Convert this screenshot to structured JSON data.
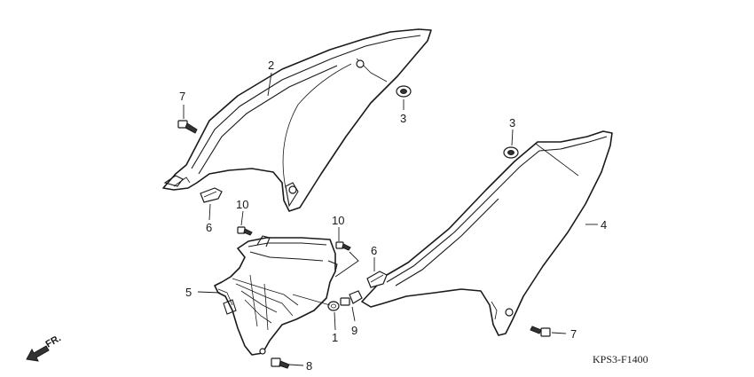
{
  "diagram": {
    "callouts": {
      "c1": "1",
      "c2": "2",
      "c3a": "3",
      "c3b": "3",
      "c4": "4",
      "c5": "5",
      "c6a": "6",
      "c6b": "6",
      "c7a": "7",
      "c7b": "7",
      "c8": "8",
      "c9": "9",
      "c10a": "10",
      "c10b": "10"
    },
    "direction_label": "FR.",
    "diagram_code": "KPS3-F1400",
    "icons": {
      "front_arrow": "front-direction-arrow-icon"
    }
  }
}
